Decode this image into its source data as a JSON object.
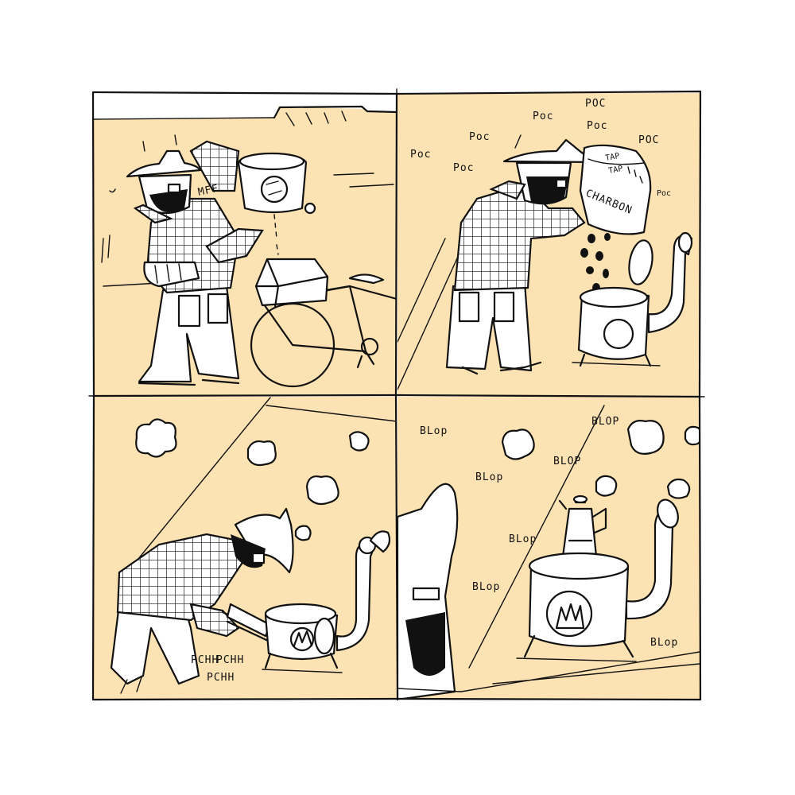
{
  "colors": {
    "panel_fill": "#fde3b3",
    "ink": "#111111",
    "paper": "#ffffff"
  },
  "panel1": {
    "sfx": [
      "MFF"
    ]
  },
  "panel2": {
    "sfx_poc": [
      "Poc",
      "Poc",
      "POC",
      "Poc",
      "Poc",
      "POC",
      "Poc"
    ],
    "sfx_tap": [
      "TAP",
      "TAP"
    ],
    "bag_label": "CHARBON"
  },
  "panel3": {
    "sfx": [
      "PCHH",
      "PCHH",
      "PCHH"
    ]
  },
  "panel4": {
    "sfx": [
      "BLop",
      "BLOP",
      "BLop",
      "BLOP",
      "BLop",
      "BLop",
      "BLop"
    ]
  }
}
